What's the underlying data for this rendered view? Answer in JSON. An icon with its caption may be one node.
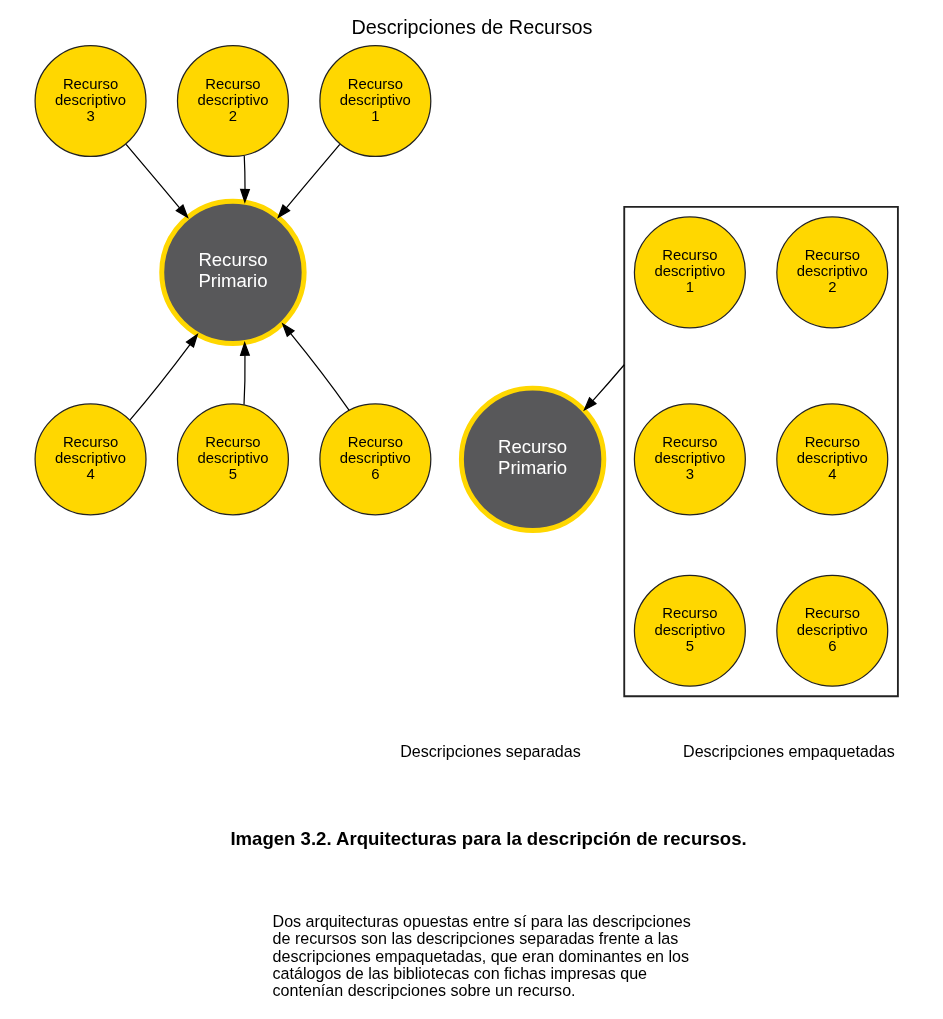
{
  "diagram": {
    "title": "Descripciones de Recursos",
    "caption": "Imagen 3.2. Arquitecturas para la descripción de recursos.",
    "nodes": [
      {
        "text": [
          "Recurso Primario"
        ]
      },
      {
        "text": [
          "Recurso descriptivo 1"
        ]
      },
      {
        "text": [
          "Recurso descriptivo 2"
        ]
      },
      {
        "text": [
          "Recurso descriptivo 3"
        ]
      },
      {
        "text": [
          "Recurso descriptivo 4"
        ]
      },
      {
        "text": [
          "Recurso descriptivo 5"
        ]
      },
      {
        "text": [
          "Recurso descriptivo 6"
        ]
      },
      {
        "text": [
          "Recurso Primario"
        ]
      },
      {
        "text": [],
        "shape": "box"
      },
      {
        "text": [
          "Recurso descriptivo 1"
        ],
        "in": 8
      },
      {
        "text": [
          "Recurso descriptivo 2"
        ],
        "in": 8
      },
      {
        "text": [
          "Recurso descriptivo 3"
        ],
        "in": 8
      },
      {
        "text": [
          "Recurso descriptivo 4"
        ],
        "in": 8
      },
      {
        "text": [
          "Recurso descriptivo 5"
        ],
        "in": 8
      },
      {
        "text": [
          "Recurso descriptivo 6"
        ],
        "in": 8
      }
    ],
    "edges": [
      {
        "from": 1,
        "to": 0,
        "arrow": "to"
      },
      {
        "from": 2,
        "to": 0,
        "arrow": "to"
      },
      {
        "from": 3,
        "to": 0,
        "arrow": "to"
      },
      {
        "from": 4,
        "to": 0,
        "arrow": "to"
      },
      {
        "from": 5,
        "to": 0,
        "arrow": "to"
      },
      {
        "from": 6,
        "to": 0,
        "arrow": "to"
      },
      {
        "from": 8,
        "to": 7,
        "arrow": "to"
      }
    ],
    "labels": [
      "Descripciones separadas",
      "Descripciones empaquetadas",
      "Dos arquitecturas opuestas entre sí para las descripciones de recursos son las descripciones separadas frente a las descripciones empaquetadas, que eran dominantes en los catálogos de las bibliotecas con fichas impresas que contenían descripciones sobre un recurso."
    ]
  }
}
